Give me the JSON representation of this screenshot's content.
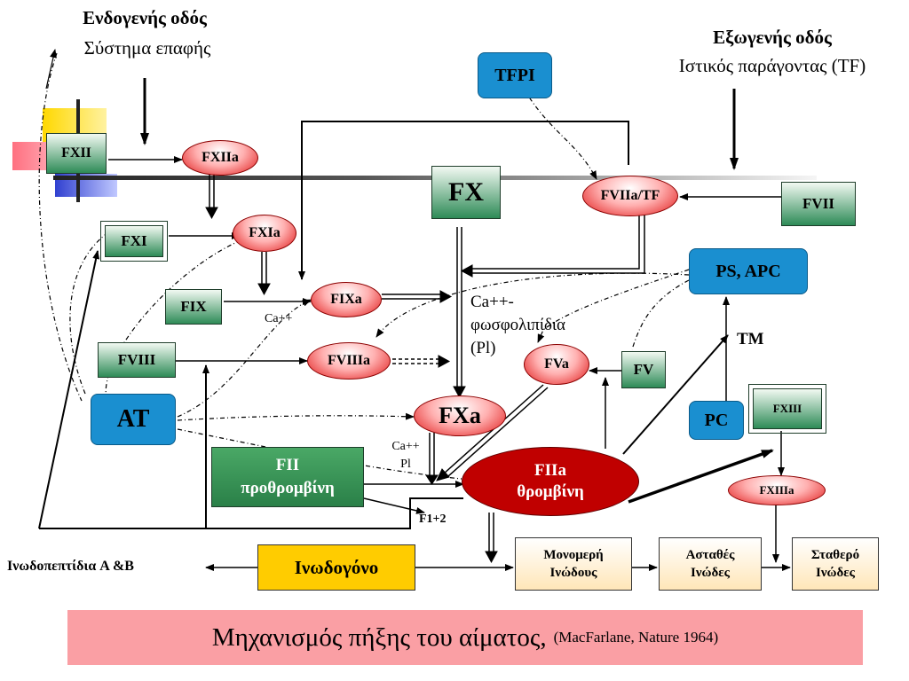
{
  "intrinsic": {
    "title": "Ενδογενής οδός",
    "subtitle": "Σύστημα επαφής"
  },
  "extrinsic": {
    "title": "Εξωγενής οδός",
    "subtitle": "Ιστικός παράγοντας (TF)"
  },
  "nodes": {
    "fxii": "FXII",
    "fxiia": "FXIIa",
    "fxi": "FXI",
    "fxia": "FXIa",
    "fix": "FIX",
    "fixa": "FIXa",
    "fviii": "FVIII",
    "fviiia": "FVIIIa",
    "fx": "FX",
    "fxa": "FXa",
    "tfpi": "TFPI",
    "fviia_tf": "FVIIa/TF",
    "fvii": "FVII",
    "ps_apc": "PS, APC",
    "fva": "FVa",
    "fv": "FV",
    "tm": "TM",
    "pc": "PC",
    "fxiii": "FXIII",
    "fxiiia": "FXIIIa",
    "at": "AT",
    "fii_line1": "FII",
    "fii_line2": "προθρομβίνη",
    "fiia_line1": "FIIa",
    "fiia_line2": "θρομβίνη",
    "f12": "F1+2",
    "fibrinogen": "Ινωδογόνο",
    "fibrinopeptides": "Ινωδοπεπτίδια A &B",
    "monomer_line1": "Μονομερή",
    "monomer_line2": "Ινώδους",
    "unstable_line1": "Ασταθές",
    "unstable_line2": "Ινώδες",
    "stable_line1": "Σταθερό",
    "stable_line2": "Ινώδες"
  },
  "labels": {
    "ca_fix": "Ca++",
    "ca_pl_line1": "Ca++-",
    "ca_pl_line2": "φωσφολιπίδια",
    "ca_pl_line3": "(Pl)",
    "ca_fxa_line1": "Ca++",
    "ca_fxa_line2": "Pl"
  },
  "caption": {
    "main": "Μηχανισμός πήξης του αίματος,",
    "ref": "(MacFarlane, Nature 1964)"
  },
  "colors": {
    "green_box": "#2e8b57",
    "blue_box": "#1a8fd0",
    "red_oval": "#e01818",
    "thrombin": "#c00000",
    "fibrinogen": "#ffcc00",
    "caption_band": "#fa9fa4"
  }
}
